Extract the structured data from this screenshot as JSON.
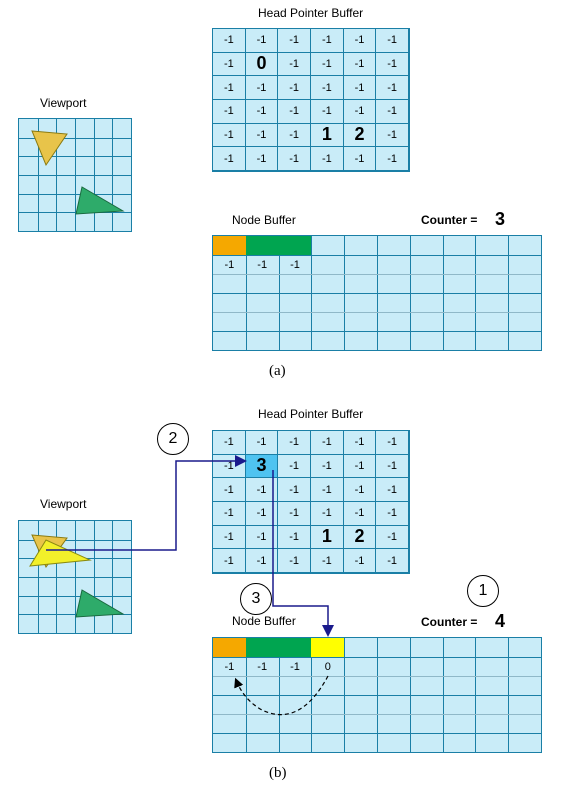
{
  "panel_a": {
    "head_title": "Head Pointer Buffer",
    "viewport_title": "Viewport",
    "node_title": "Node Buffer",
    "counter_label": "Counter =",
    "counter_value": "3",
    "head_grid": [
      [
        "-1",
        "-1",
        "-1",
        "-1",
        "-1",
        "-1"
      ],
      [
        "-1",
        "0",
        "-1",
        "-1",
        "-1",
        "-1"
      ],
      [
        "-1",
        "-1",
        "-1",
        "-1",
        "-1",
        "-1"
      ],
      [
        "-1",
        "-1",
        "-1",
        "-1",
        "-1",
        "-1"
      ],
      [
        "-1",
        "-1",
        "-1",
        "1",
        "2",
        "-1"
      ],
      [
        "-1",
        "-1",
        "-1",
        "-1",
        "-1",
        "-1"
      ]
    ],
    "node_next": [
      "-1",
      "-1",
      "-1"
    ],
    "caption": "(a)"
  },
  "panel_b": {
    "head_title": "Head Pointer Buffer",
    "viewport_title": "Viewport",
    "node_title": "Node Buffer",
    "counter_label": "Counter =",
    "counter_value": "4",
    "head_grid": [
      [
        "-1",
        "-1",
        "-1",
        "-1",
        "-1",
        "-1"
      ],
      [
        "-1",
        "3",
        "-1",
        "-1",
        "-1",
        "-1"
      ],
      [
        "-1",
        "-1",
        "-1",
        "-1",
        "-1",
        "-1"
      ],
      [
        "-1",
        "-1",
        "-1",
        "-1",
        "-1",
        "-1"
      ],
      [
        "-1",
        "-1",
        "-1",
        "1",
        "2",
        "-1"
      ],
      [
        "-1",
        "-1",
        "-1",
        "-1",
        "-1",
        "-1"
      ]
    ],
    "node_next": [
      "-1",
      "-1",
      "-1",
      "0"
    ],
    "steps": [
      "1",
      "2",
      "3"
    ],
    "caption": "(b)"
  },
  "colors": {
    "grid_fill": "#c9ecf8",
    "grid_line": "#1a7fa6",
    "node_orange": "#f5a800",
    "node_green": "#00a550",
    "node_yellow": "#ffff00",
    "highlight_cell": "#4fc3f0",
    "arrow": "#1a1a8c"
  }
}
